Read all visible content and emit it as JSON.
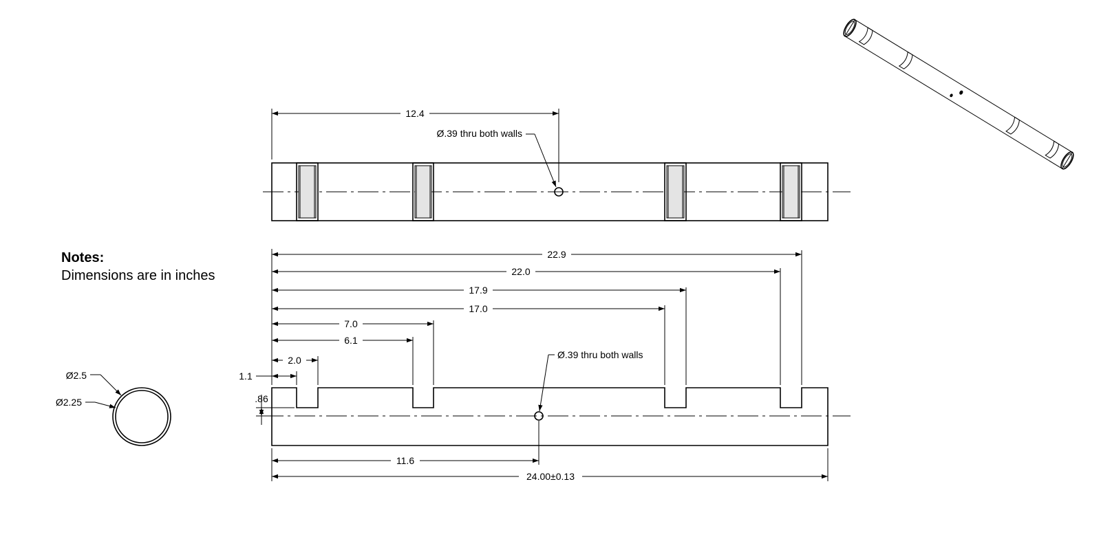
{
  "notes": {
    "title": "Notes:",
    "body": "Dimensions are in inches"
  },
  "top_view": {
    "hole_offset_label": "12.4",
    "hole_callout": "Ø.39 thru both walls"
  },
  "side_view": {
    "dims": {
      "d22_9": "22.9",
      "d22_0": "22.0",
      "d17_9": "17.9",
      "d17_0": "17.0",
      "d7_0": "7.0",
      "d6_1": "6.1",
      "d2_0": "2.0",
      "d1_1": "1.1",
      "d86": ".86",
      "d11_6": "11.6",
      "d24": "24.00±0.13"
    },
    "hole_callout": "Ø.39 thru both walls"
  },
  "section_view": {
    "outer_diameter": "Ø2.5",
    "inner_diameter": "Ø2.25"
  }
}
